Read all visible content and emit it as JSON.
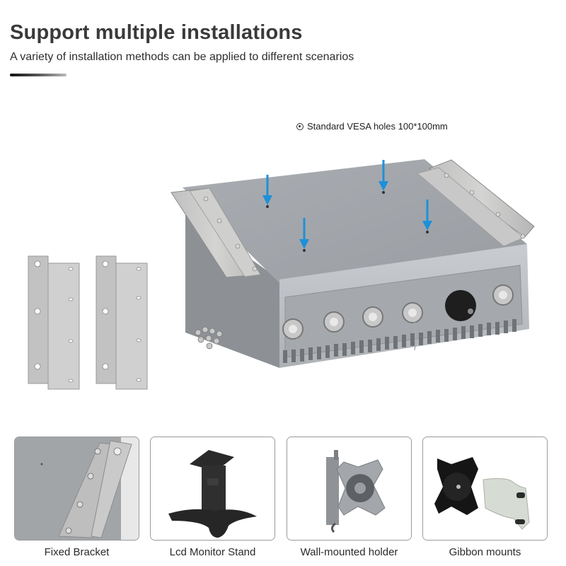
{
  "header": {
    "title": "Support multiple installations",
    "subtitle": "A variety of installation methods can be applied to different scenarios"
  },
  "callout": {
    "icon": "target-dot-icon",
    "text": "Standard VESA holes 100*100mm"
  },
  "hero": {
    "product": "fanless industrial box PC with mounting brackets",
    "arrow_color": "#1e90d8",
    "arrow_count": 4,
    "accessories": [
      "mounting bracket",
      "mounting bracket",
      "screws"
    ]
  },
  "mount_options": [
    {
      "label": "Fixed Bracket",
      "icon": "fixed-bracket-image"
    },
    {
      "label": "Lcd Monitor Stand",
      "icon": "monitor-stand-image"
    },
    {
      "label": "Wall-mounted holder",
      "icon": "wall-mount-image"
    },
    {
      "label": "Gibbon mounts",
      "icon": "gibbon-mount-image"
    }
  ]
}
